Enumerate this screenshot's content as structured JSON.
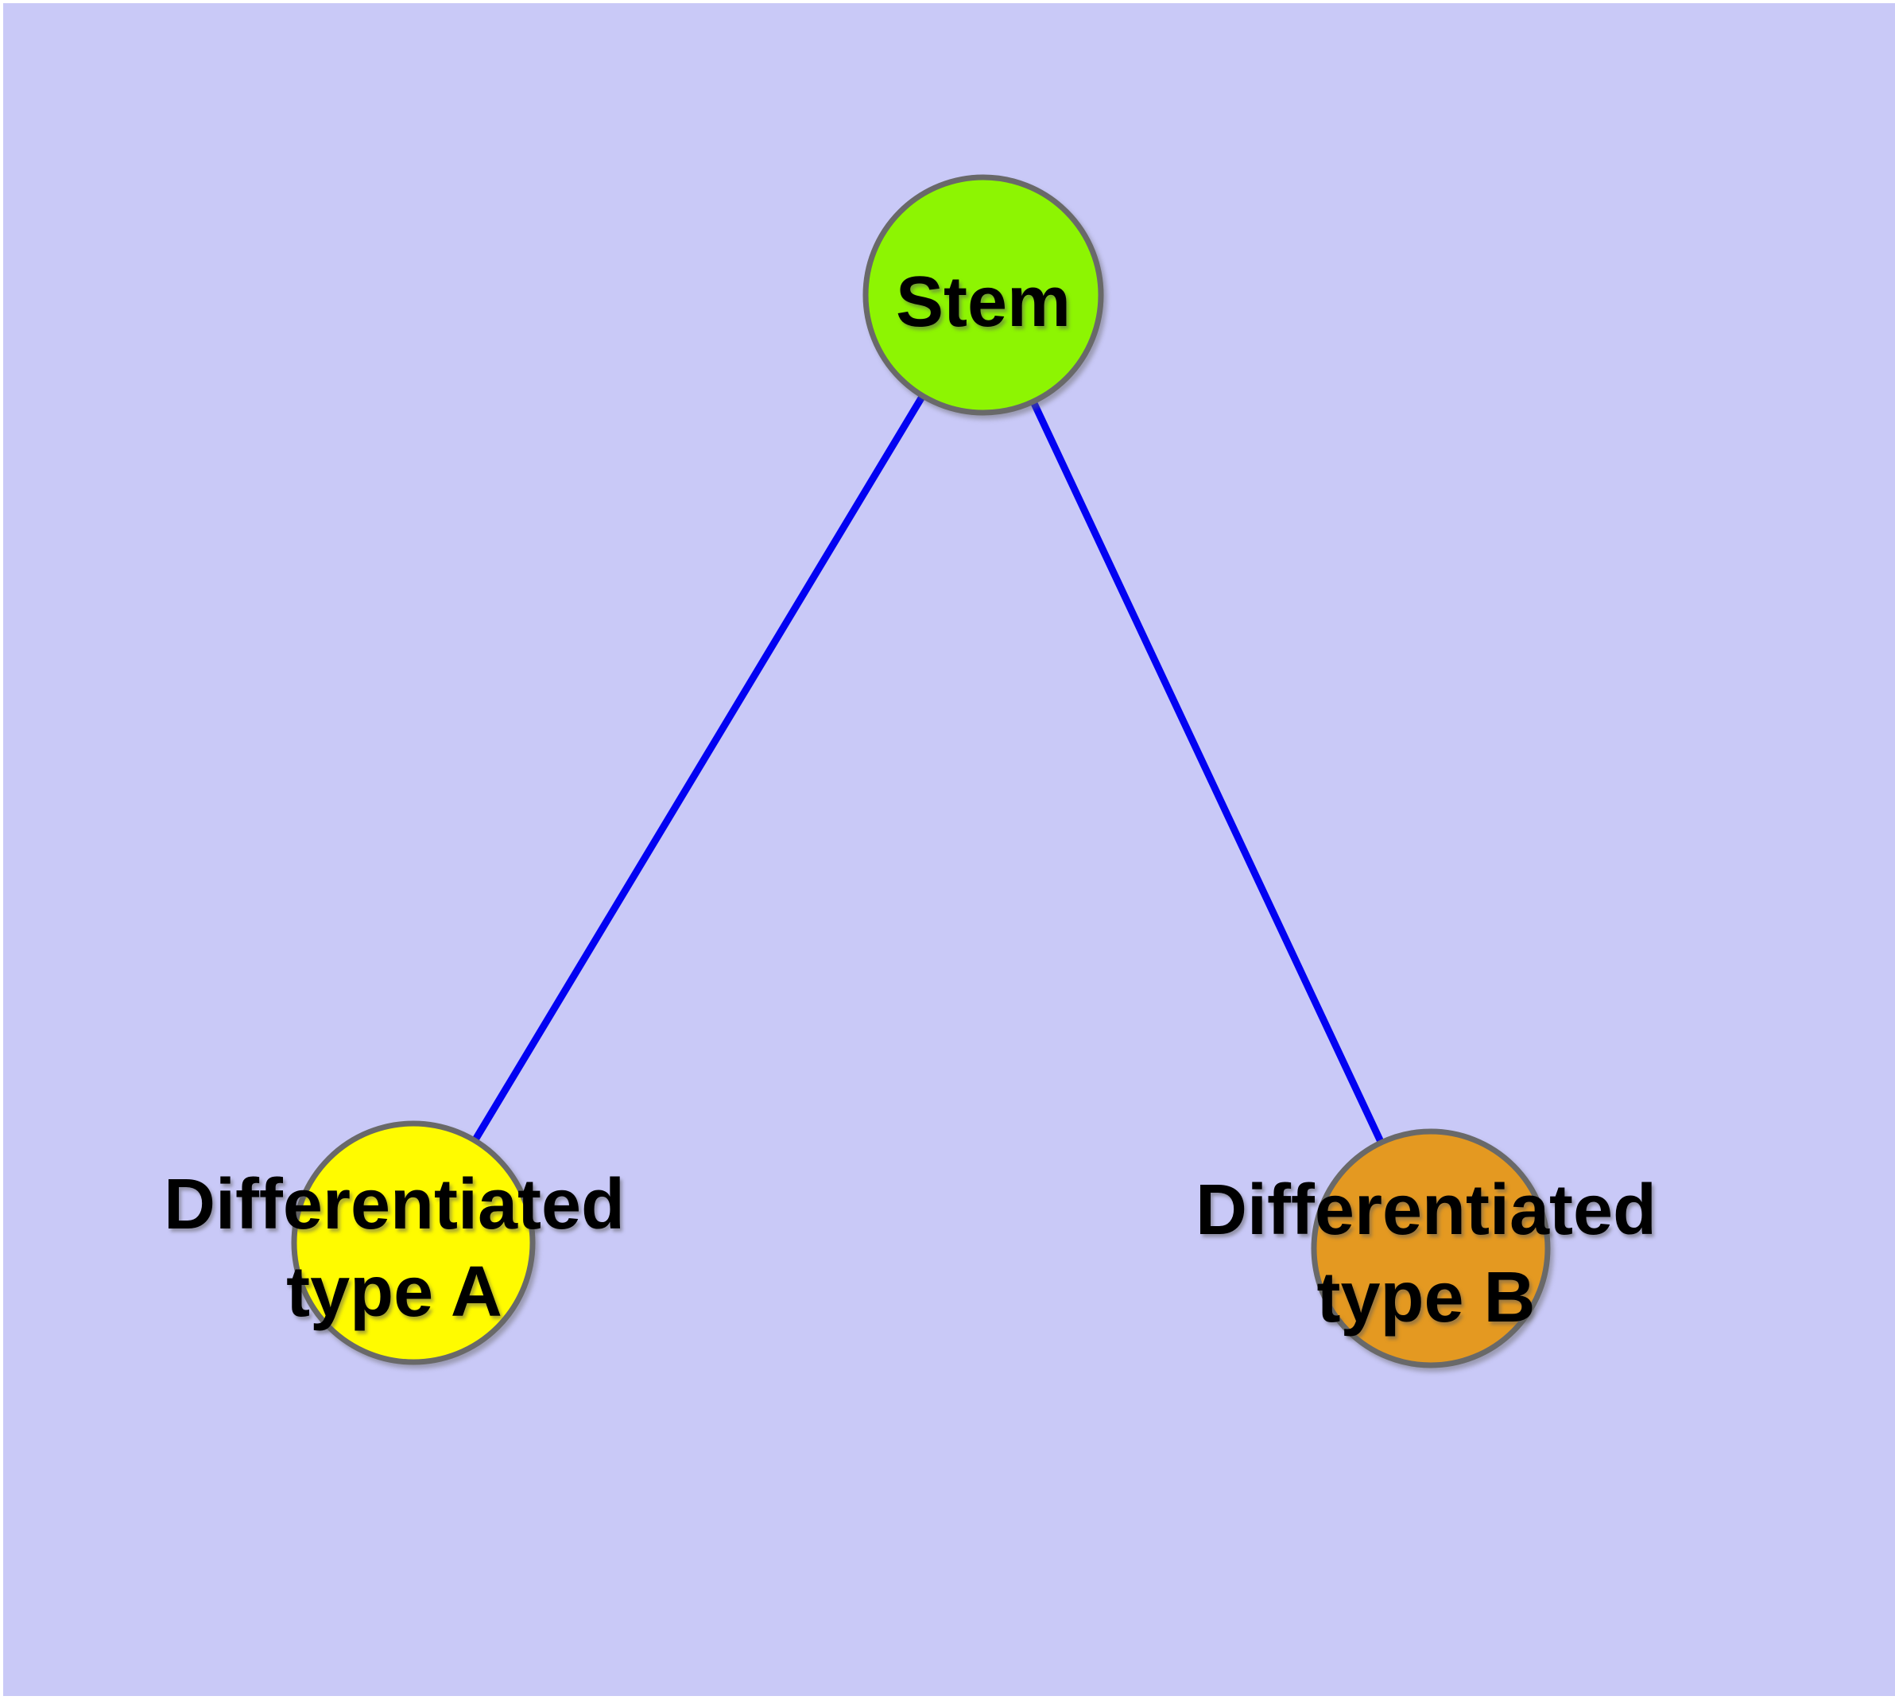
{
  "diagram": {
    "kind": "graph",
    "background_color": "#C9C9F7",
    "frame_color": "#FFFFFF",
    "edge_color": "#0202F2",
    "node_border_color": "#696969",
    "label_color": "#000000",
    "nodes": [
      {
        "id": "stem",
        "label": "Stem",
        "color": "#8DF502"
      },
      {
        "id": "differentiated-type-a",
        "label_line1": "Differentiated",
        "label_line2": "type A",
        "color": "#FFFB00"
      },
      {
        "id": "differentiated-type-b",
        "label_line1": "Differentiated",
        "label_line2": "type B",
        "color": "#E49921"
      }
    ],
    "edges": [
      {
        "from": "Stem",
        "to": "Differentiated type A"
      },
      {
        "from": "Stem",
        "to": "Differentiated type B"
      }
    ]
  }
}
